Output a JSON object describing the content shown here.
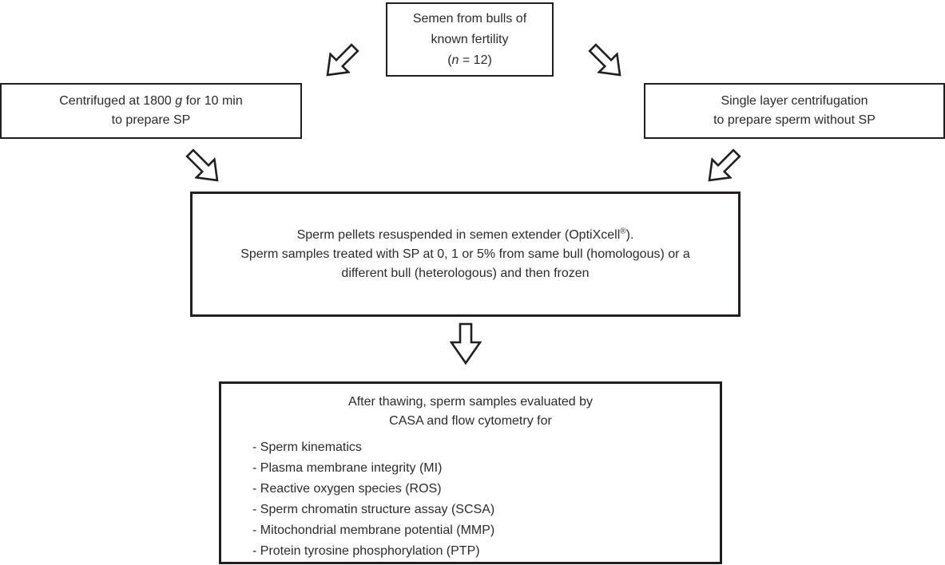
{
  "colors": {
    "background": "#ffffff",
    "line": "#231f20",
    "text": "#2b2b2b"
  },
  "nodes": {
    "top": {
      "line1": "Semen from bulls of",
      "line2": "known fertility",
      "line3_open": "(",
      "line3_var": "n",
      "line3_rest": " = 12)"
    },
    "left": {
      "line1_pre": "Centrifuged at 1800 ",
      "line1_var": "g",
      "line1_post": " for 10 min",
      "line2": "to prepare SP"
    },
    "right": {
      "line1": "Single layer centrifugation",
      "line2": "to prepare sperm without SP"
    },
    "middle": {
      "line1_pre": "Sperm pellets resuspended in semen extender (OptiXcell",
      "line1_sup": "®",
      "line1_post": ").",
      "line2": "Sperm samples treated with SP at 0, 1 or 5% from same bull (homologous) or a",
      "line3": "different bull (heterologous) and then frozen"
    },
    "bottom": {
      "heading_line1": "After thawing, sperm samples evaluated by",
      "heading_line2": "CASA and flow cytometry for",
      "items": [
        "- Sperm kinematics",
        "- Plasma membrane integrity (MI)",
        "- Reactive oxygen species (ROS)",
        "- Sperm chromatin structure assay (SCSA)",
        "- Mitochondrial membrane potential (MMP)",
        "- Protein tyrosine phosphorylation (PTP)"
      ]
    }
  },
  "arrows": [
    {
      "name": "top-box-to-left-box",
      "direction": "down-left"
    },
    {
      "name": "top-box-to-right-box",
      "direction": "down-right"
    },
    {
      "name": "left-box-to-middle-box",
      "direction": "down-right"
    },
    {
      "name": "right-box-to-middle-box",
      "direction": "down-left"
    },
    {
      "name": "middle-box-to-bottom-box",
      "direction": "down"
    }
  ]
}
